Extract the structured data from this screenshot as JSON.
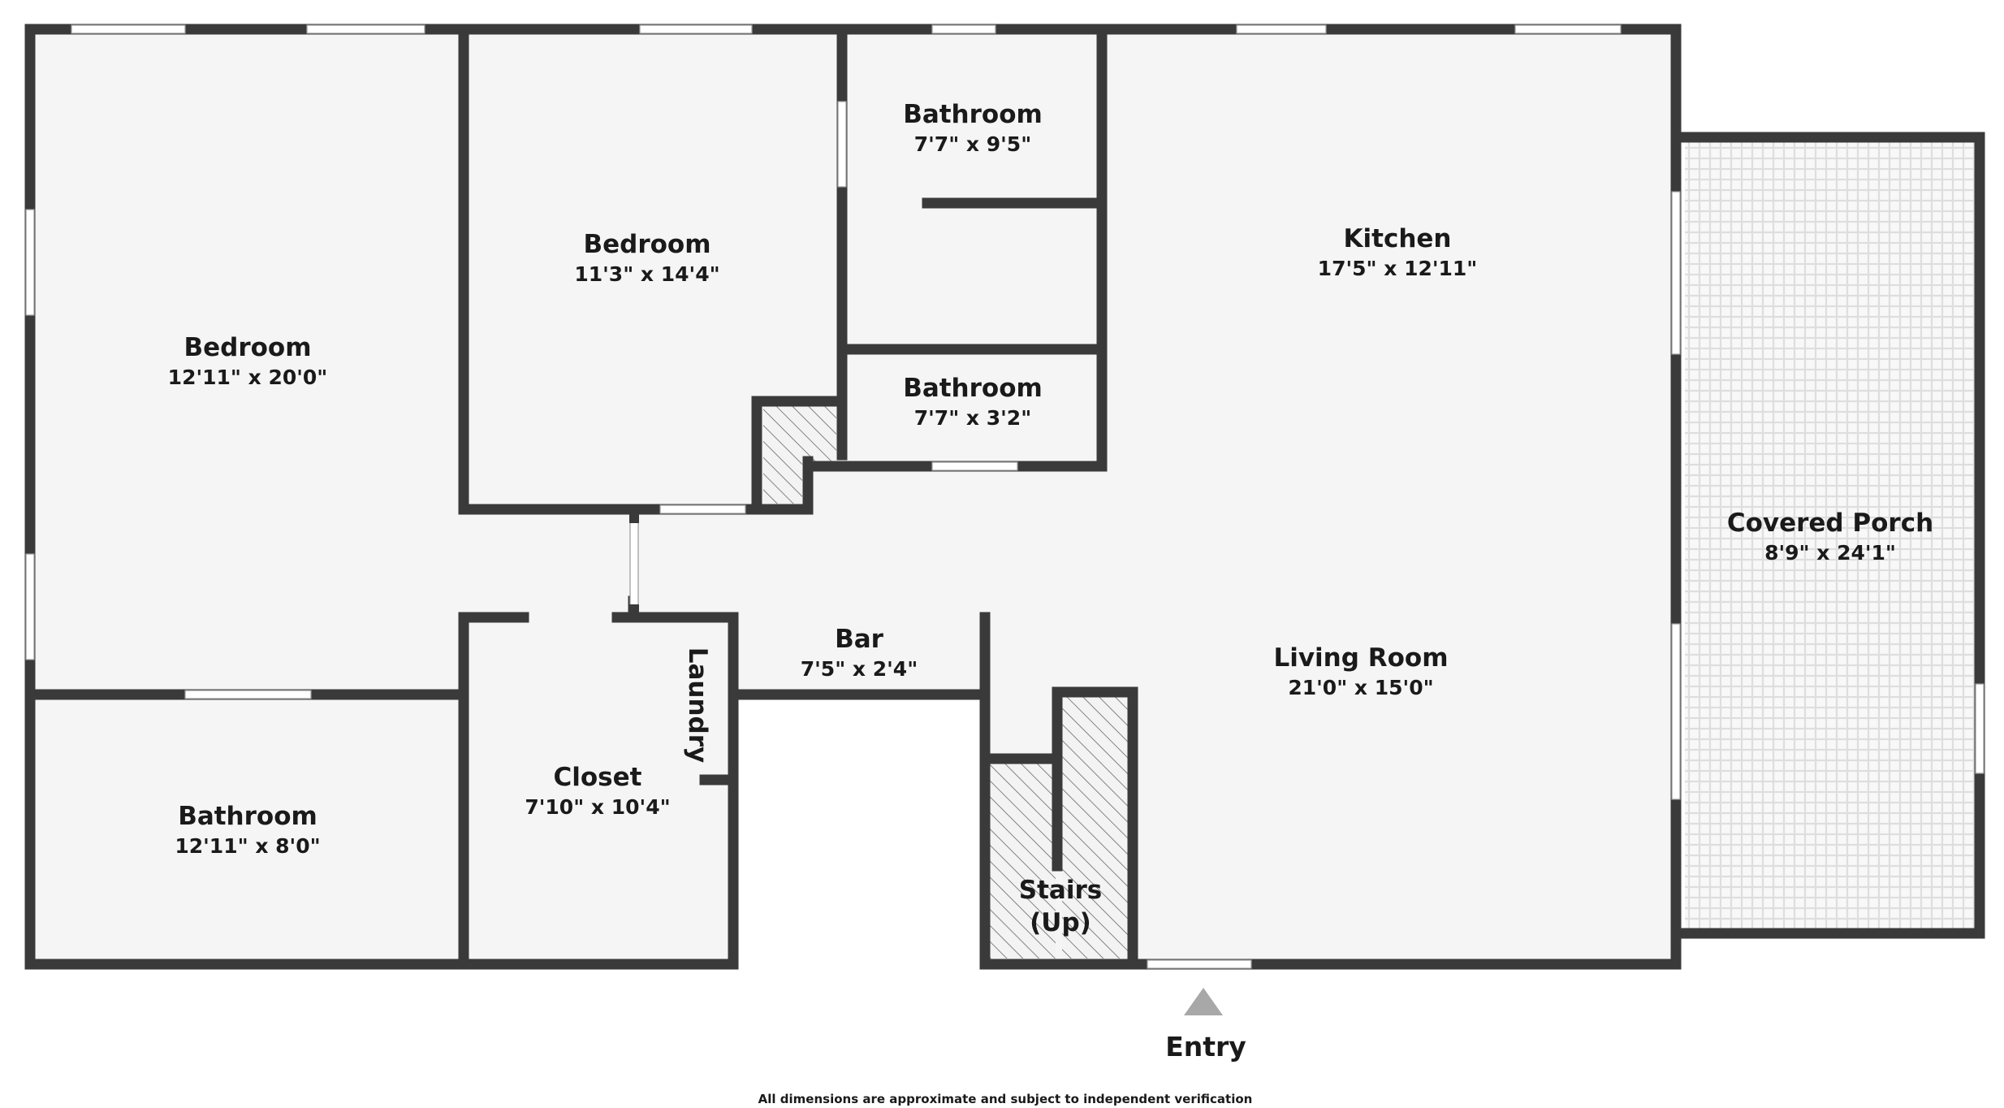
{
  "colors": {
    "wall": "#3a3a3a",
    "floor": "#f5f5f5",
    "porch_tile": "#e0e0e0",
    "hatch": "#555555",
    "window": "#ffffff",
    "entry_arrow": "#a8a8a8"
  },
  "rooms": {
    "bedroom_1": {
      "name": "Bedroom",
      "dim": "12'11\" x 20'0\""
    },
    "bedroom_2": {
      "name": "Bedroom",
      "dim": "11'3\" x 14'4\""
    },
    "bathroom_1": {
      "name": "Bathroom",
      "dim": "7'7\" x 9'5\""
    },
    "bathroom_2": {
      "name": "Bathroom",
      "dim": "7'7\" x 3'2\""
    },
    "bathroom_3": {
      "name": "Bathroom",
      "dim": "12'11\" x 8'0\""
    },
    "kitchen": {
      "name": "Kitchen",
      "dim": "17'5\" x 12'11\""
    },
    "porch": {
      "name": "Covered Porch",
      "dim": "8'9\" x 24'1\""
    },
    "living": {
      "name": "Living Room",
      "dim": "21'0\" x 15'0\""
    },
    "bar": {
      "name": "Bar",
      "dim": "7'5\" x 2'4\""
    },
    "closet": {
      "name": "Closet",
      "dim": "7'10\" x 10'4\""
    },
    "laundry": {
      "name": "Laundry"
    },
    "stairs": {
      "name": "Stairs",
      "note": "(Up)"
    }
  },
  "entry_label": "Entry",
  "disclaimer": "All dimensions are approximate and subject to independent verification"
}
